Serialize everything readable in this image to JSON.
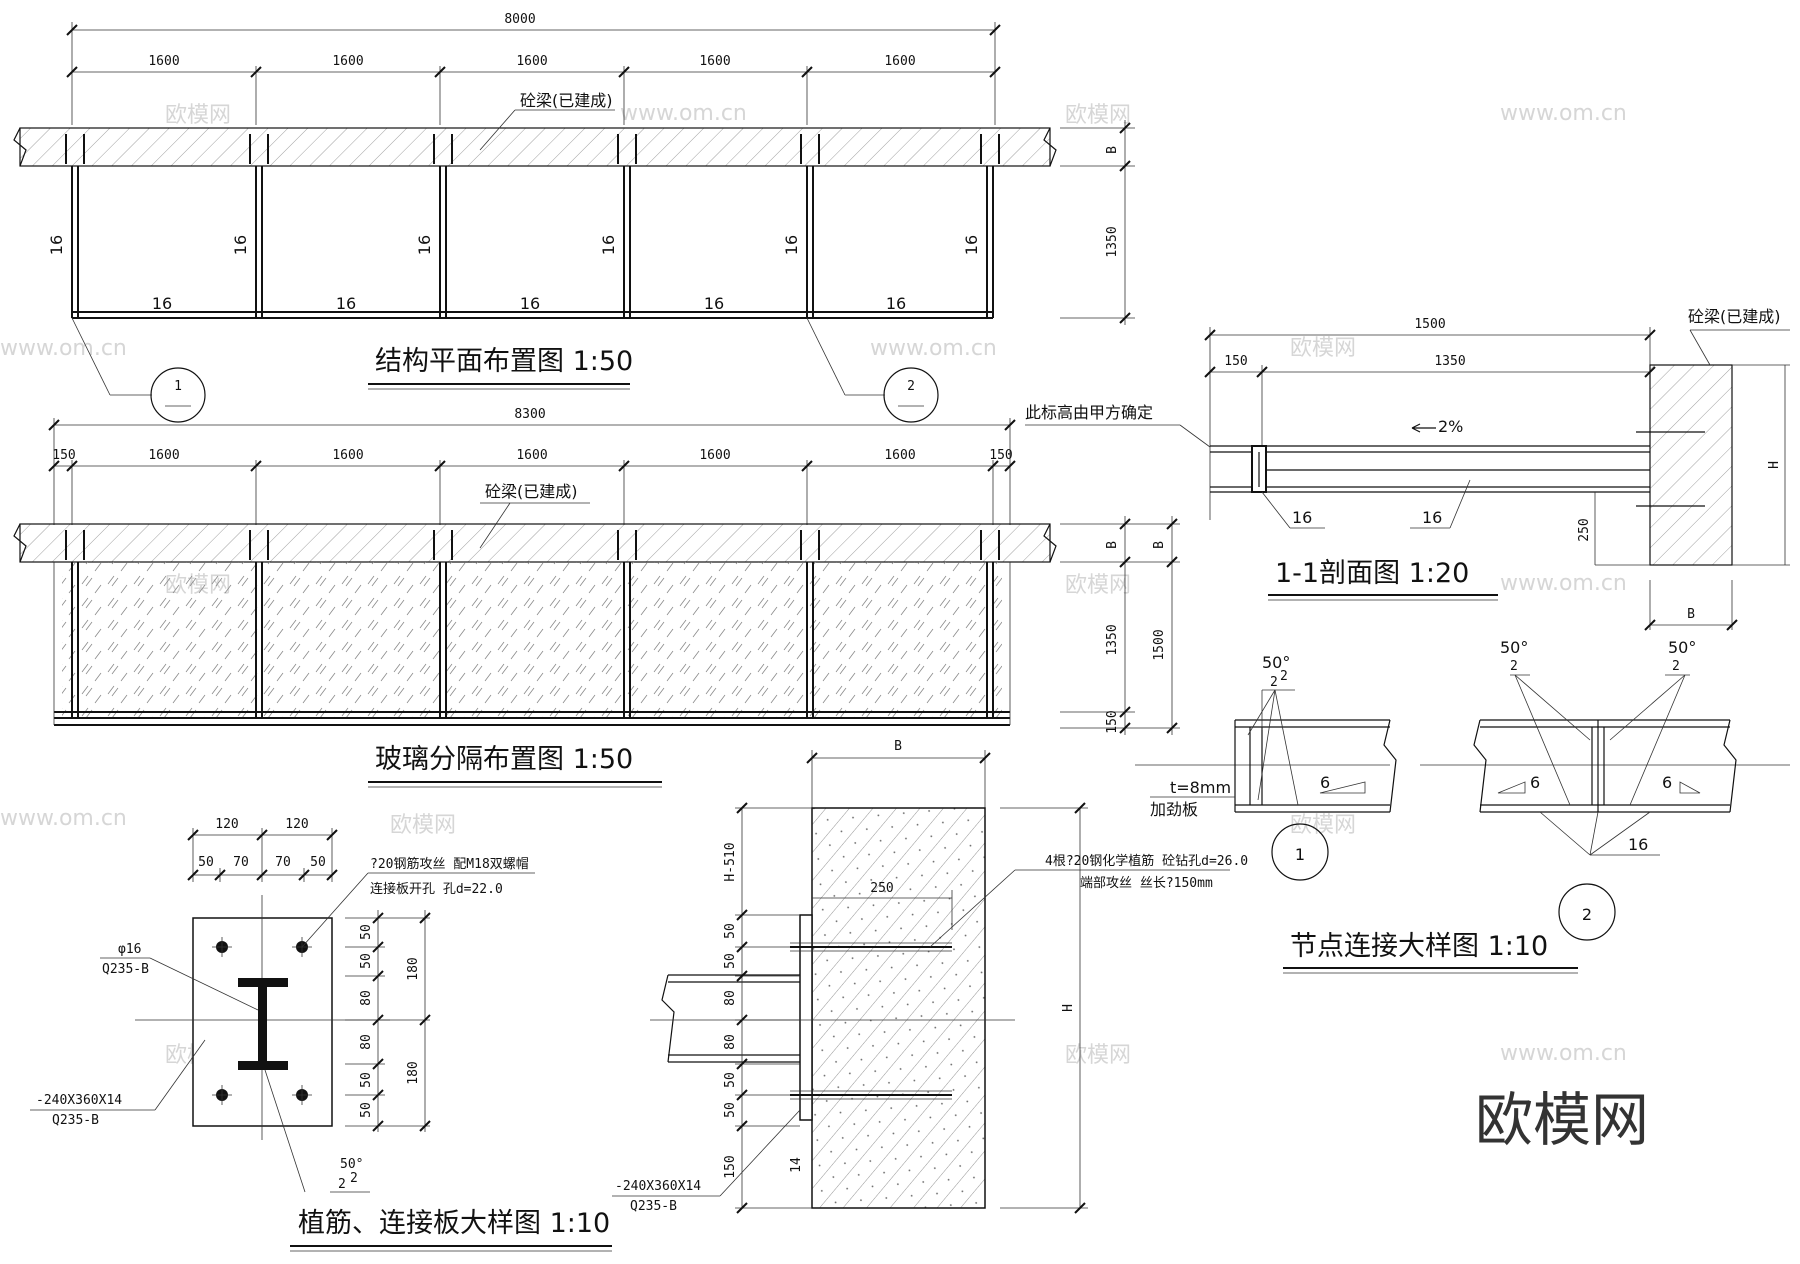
{
  "watermark_main": "欧模网",
  "watermark_small": "欧模网",
  "watermark_url": "www.om.cn",
  "plan": {
    "title": "结构平面布置图 1:50",
    "total": "8000",
    "bays": [
      "1600",
      "1600",
      "1600",
      "1600",
      "1600"
    ],
    "beam_label": "砼梁(已建成)",
    "depth": "1350",
    "beam_b": "B",
    "member": "16",
    "callout_1": "1",
    "callout_2": "2"
  },
  "glass": {
    "title": "玻璃分隔布置图 1:50",
    "total": "8300",
    "edge": "150",
    "bays": [
      "1600",
      "1600",
      "1600",
      "1600",
      "1600"
    ],
    "beam_label": "砼梁(已建成)",
    "depth": "1350",
    "depth_total": "1500",
    "bottom": "150",
    "beam_b": "B"
  },
  "section": {
    "title": "1-1剖面图 1:20",
    "total": "1500",
    "left": "150",
    "right": "1350",
    "beam_label": "砼梁(已建成)",
    "note": "此标高由甲方确定",
    "slope": "2%",
    "member": "16",
    "h": "H",
    "b": "B",
    "offset": "250"
  },
  "node": {
    "title": "节点连接大样图 1:10",
    "angle": "50°",
    "weld": "2",
    "weld6": "6",
    "stiffener_t": "t=8mm",
    "stiffener": "加劲板",
    "member": "16",
    "callout_1": "1",
    "callout_2": "2"
  },
  "plate": {
    "title": "植筋、连接板大样图 1:10",
    "top_dims": [
      "120",
      "120"
    ],
    "sub_dims": [
      "50",
      "70",
      "70",
      "50"
    ],
    "rebar_note_1": "?20钢筋攻丝 配M18双螺帽",
    "rebar_note_2": "连接板开孔 孔d=22.0",
    "section_note_1": "φ16",
    "section_note_2": "Q235-B",
    "plate_note_1": "-240X360X14",
    "plate_note_2": "Q235-B",
    "side_dims": [
      "50",
      "50",
      "80",
      "80",
      "50",
      "50"
    ],
    "side_totals": [
      "180",
      "180"
    ],
    "angle": "50°",
    "weld": "2"
  },
  "anchor": {
    "b": "B",
    "h": "H",
    "top": "H-510",
    "embed": "250",
    "dims": [
      "50",
      "50",
      "80",
      "80",
      "50",
      "50",
      "150"
    ],
    "plate_t": "14",
    "note_1": "4根?20钢化学植筋 砼钻孔d=26.0",
    "note_2": "端部攻丝 丝长?150mm",
    "plate_note_1": "-240X360X14",
    "plate_note_2": "Q235-B"
  }
}
